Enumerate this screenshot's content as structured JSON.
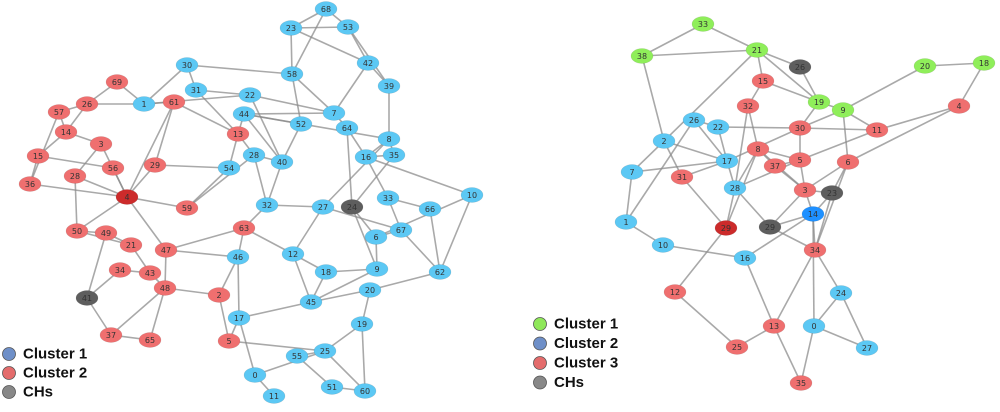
{
  "colors": {
    "blue": "#5cc8f4",
    "red": "#ef6f6f",
    "dark_red": "#cc2b2b",
    "gray": "#5e5e5e",
    "green": "#8fee5a",
    "bright_blue": "#1e90ff",
    "edge": "#8c8c8c",
    "legend_blue": "#6e8fc8",
    "legend_red": "#e46c6c",
    "legend_gray": "#888888",
    "legend_green": "#8fe85a"
  },
  "left_network": {
    "legend": [
      {
        "label": "Cluster 1",
        "color_key": "legend_blue"
      },
      {
        "label": "Cluster 2",
        "color_key": "legend_red"
      },
      {
        "label": "CHs",
        "color_key": "legend_gray"
      }
    ],
    "nodes": [
      {
        "id": "68",
        "c": "blue"
      },
      {
        "id": "23",
        "c": "blue"
      },
      {
        "id": "53",
        "c": "blue"
      },
      {
        "id": "42",
        "c": "blue"
      },
      {
        "id": "39",
        "c": "blue"
      },
      {
        "id": "58",
        "c": "blue"
      },
      {
        "id": "30",
        "c": "blue"
      },
      {
        "id": "69",
        "c": "red"
      },
      {
        "id": "31",
        "c": "blue"
      },
      {
        "id": "22",
        "c": "blue"
      },
      {
        "id": "7",
        "c": "blue"
      },
      {
        "id": "44",
        "c": "blue"
      },
      {
        "id": "52",
        "c": "blue"
      },
      {
        "id": "64",
        "c": "blue"
      },
      {
        "id": "57",
        "c": "red"
      },
      {
        "id": "26",
        "c": "red"
      },
      {
        "id": "1",
        "c": "blue"
      },
      {
        "id": "61",
        "c": "red"
      },
      {
        "id": "14",
        "c": "red"
      },
      {
        "id": "3",
        "c": "red"
      },
      {
        "id": "13",
        "c": "red"
      },
      {
        "id": "8",
        "c": "blue"
      },
      {
        "id": "15",
        "c": "red"
      },
      {
        "id": "56",
        "c": "red"
      },
      {
        "id": "29",
        "c": "red"
      },
      {
        "id": "28",
        "c": "blue"
      },
      {
        "id": "40",
        "c": "blue"
      },
      {
        "id": "16",
        "c": "blue"
      },
      {
        "id": "35",
        "c": "blue"
      },
      {
        "id": "36",
        "c": "red"
      },
      {
        "id": "28",
        "c": "red"
      },
      {
        "id": "54",
        "c": "blue"
      },
      {
        "id": "10",
        "c": "blue"
      },
      {
        "id": "4",
        "c": "dark_red"
      },
      {
        "id": "59",
        "c": "red"
      },
      {
        "id": "32",
        "c": "blue"
      },
      {
        "id": "27",
        "c": "blue"
      },
      {
        "id": "24",
        "c": "gray"
      },
      {
        "id": "33",
        "c": "blue"
      },
      {
        "id": "66",
        "c": "blue"
      },
      {
        "id": "50",
        "c": "red"
      },
      {
        "id": "49",
        "c": "red"
      },
      {
        "id": "63",
        "c": "red"
      },
      {
        "id": "67",
        "c": "blue"
      },
      {
        "id": "6",
        "c": "blue"
      },
      {
        "id": "21",
        "c": "red"
      },
      {
        "id": "47",
        "c": "red"
      },
      {
        "id": "12",
        "c": "blue"
      },
      {
        "id": "46",
        "c": "blue"
      },
      {
        "id": "34",
        "c": "red"
      },
      {
        "id": "43",
        "c": "red"
      },
      {
        "id": "18",
        "c": "blue"
      },
      {
        "id": "9",
        "c": "blue"
      },
      {
        "id": "62",
        "c": "blue"
      },
      {
        "id": "48",
        "c": "red"
      },
      {
        "id": "41",
        "c": "gray"
      },
      {
        "id": "2",
        "c": "red"
      },
      {
        "id": "20",
        "c": "blue"
      },
      {
        "id": "45",
        "c": "blue"
      },
      {
        "id": "17",
        "c": "blue"
      },
      {
        "id": "19",
        "c": "blue"
      },
      {
        "id": "37",
        "c": "red"
      },
      {
        "id": "65",
        "c": "red"
      },
      {
        "id": "5",
        "c": "red"
      },
      {
        "id": "25",
        "c": "blue"
      },
      {
        "id": "55",
        "c": "blue"
      },
      {
        "id": "0",
        "c": "blue"
      },
      {
        "id": "51",
        "c": "blue"
      },
      {
        "id": "60",
        "c": "blue"
      },
      {
        "id": "11",
        "c": "blue"
      }
    ]
  },
  "right_network": {
    "legend": [
      {
        "label": "Cluster 1",
        "color_key": "legend_green"
      },
      {
        "label": "Cluster 2",
        "color_key": "legend_blue"
      },
      {
        "label": "Cluster 3",
        "color_key": "legend_red"
      },
      {
        "label": "CHs",
        "color_key": "legend_gray"
      }
    ],
    "nodes": [
      {
        "id": "33",
        "c": "green"
      },
      {
        "id": "38",
        "c": "green"
      },
      {
        "id": "21",
        "c": "green"
      },
      {
        "id": "26",
        "c": "gray"
      },
      {
        "id": "20",
        "c": "green"
      },
      {
        "id": "18",
        "c": "green"
      },
      {
        "id": "15",
        "c": "red"
      },
      {
        "id": "19",
        "c": "green"
      },
      {
        "id": "9",
        "c": "green"
      },
      {
        "id": "4",
        "c": "red"
      },
      {
        "id": "32",
        "c": "red"
      },
      {
        "id": "26",
        "c": "blue"
      },
      {
        "id": "22",
        "c": "blue"
      },
      {
        "id": "30",
        "c": "red"
      },
      {
        "id": "11",
        "c": "red"
      },
      {
        "id": "2",
        "c": "blue"
      },
      {
        "id": "8",
        "c": "red"
      },
      {
        "id": "17",
        "c": "blue"
      },
      {
        "id": "37",
        "c": "red"
      },
      {
        "id": "5",
        "c": "red"
      },
      {
        "id": "6",
        "c": "red"
      },
      {
        "id": "7",
        "c": "blue"
      },
      {
        "id": "31",
        "c": "red"
      },
      {
        "id": "28",
        "c": "blue"
      },
      {
        "id": "3",
        "c": "red"
      },
      {
        "id": "23",
        "c": "gray"
      },
      {
        "id": "14",
        "c": "bright_blue"
      },
      {
        "id": "1",
        "c": "blue"
      },
      {
        "id": "29",
        "c": "dark_red"
      },
      {
        "id": "29",
        "c": "gray"
      },
      {
        "id": "10",
        "c": "blue"
      },
      {
        "id": "34",
        "c": "red"
      },
      {
        "id": "16",
        "c": "blue"
      },
      {
        "id": "12",
        "c": "red"
      },
      {
        "id": "24",
        "c": "blue"
      },
      {
        "id": "13",
        "c": "red"
      },
      {
        "id": "0",
        "c": "blue"
      },
      {
        "id": "25",
        "c": "red"
      },
      {
        "id": "27",
        "c": "blue"
      },
      {
        "id": "35",
        "c": "red"
      }
    ]
  }
}
